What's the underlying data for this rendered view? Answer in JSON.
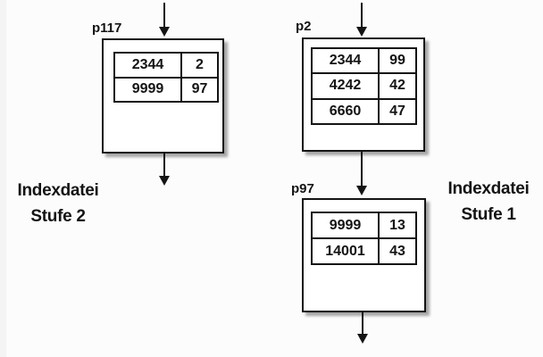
{
  "canvas": {
    "background": "#fcfcfc",
    "ink": "#141414"
  },
  "nodes": [
    {
      "label": "p117",
      "rows": [
        [
          "2344",
          "2"
        ],
        [
          "9999",
          "97"
        ]
      ]
    },
    {
      "label": "p2",
      "rows": [
        [
          "2344",
          "99"
        ],
        [
          "4242",
          "42"
        ],
        [
          "6660",
          "47"
        ]
      ]
    },
    {
      "label": "p97",
      "rows": [
        [
          "9999",
          "13"
        ],
        [
          "14001",
          "43"
        ]
      ]
    }
  ],
  "captions": {
    "left": {
      "line1": "Indexdatei",
      "line2": "Stufe 2"
    },
    "right": {
      "line1": "Indexdatei",
      "line2": "Stufe 1"
    }
  }
}
